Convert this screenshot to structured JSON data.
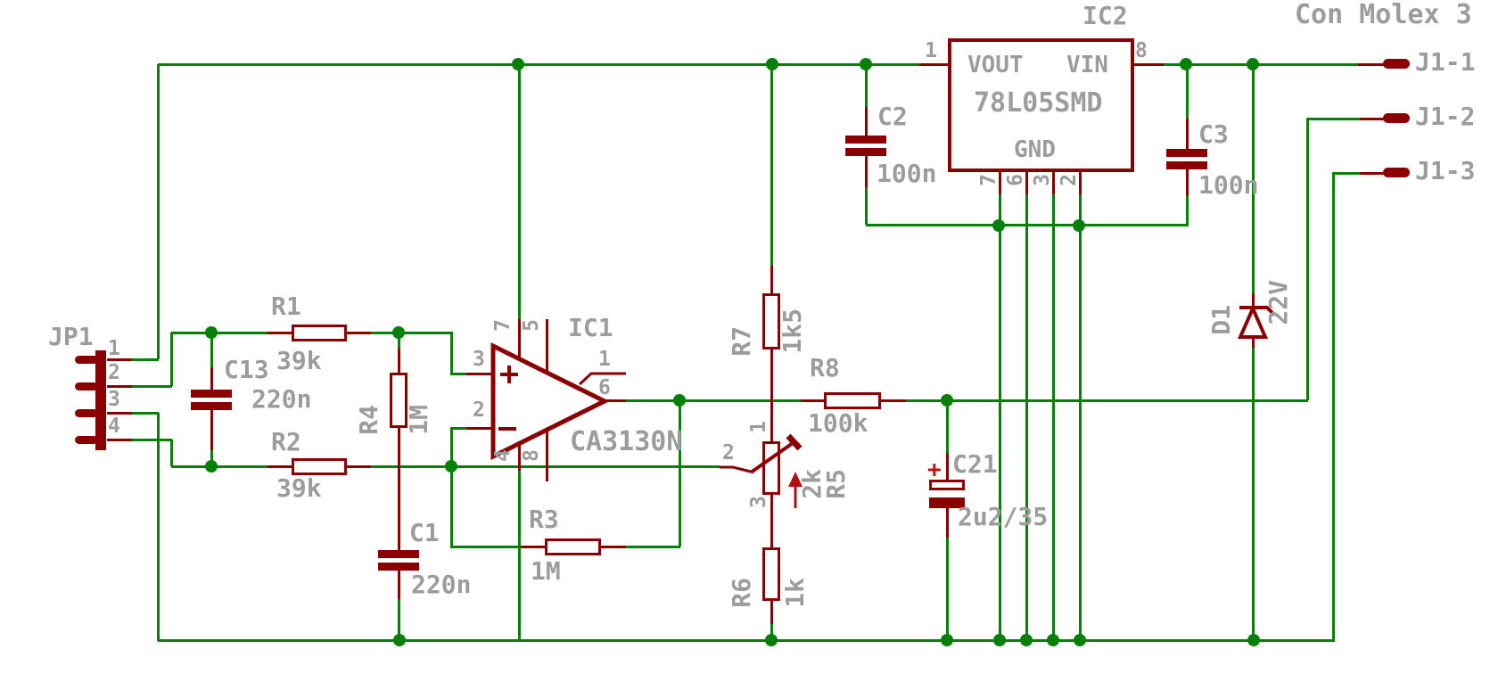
{
  "schematic": {
    "title": "Con Molex 3",
    "colors": {
      "wire": "#078007",
      "component": "#8B0000",
      "label": "#9c9c9c",
      "plus_mark": "#c01010"
    },
    "jp1": {
      "ref": "JP1",
      "pin1": "1",
      "pin2": "2",
      "pin3": "3",
      "pin4": "4"
    },
    "resistors": {
      "r1": {
        "ref": "R1",
        "value": "39k"
      },
      "r2": {
        "ref": "R2",
        "value": "39k"
      },
      "r3": {
        "ref": "R3",
        "value": "1M"
      },
      "r4": {
        "ref": "R4",
        "value": "1M"
      },
      "r6": {
        "ref": "R6",
        "value": "1k"
      },
      "r7": {
        "ref": "R7",
        "value": "1k5"
      },
      "r8": {
        "ref": "R8",
        "value": "100k"
      }
    },
    "trimmer": {
      "ref": "R5",
      "value": "2k",
      "pin1": "1",
      "pin2": "2",
      "pin3": "3"
    },
    "capacitors": {
      "c1": {
        "ref": "C1",
        "value": "220n"
      },
      "c2": {
        "ref": "C2",
        "value": "100n"
      },
      "c3": {
        "ref": "C3",
        "value": "100n"
      },
      "c13": {
        "ref": "C13",
        "value": "220n"
      },
      "c21": {
        "ref": "C21",
        "value": "2u2/35",
        "polarity": "+"
      }
    },
    "diode": {
      "ref": "D1",
      "value": "22V"
    },
    "ic1": {
      "ref": "IC1",
      "part": "CA3130N",
      "pin_in_plus": "3",
      "pin_in_minus": "2",
      "pin_out": "6",
      "pin_1": "1",
      "pin_v_plus": "7",
      "pin_offset": "5",
      "pin_v_minus": "4",
      "pin_comp": "8",
      "plus_mark": "+",
      "minus_mark": "−"
    },
    "ic2": {
      "ref": "IC2",
      "part": "78L05SMD",
      "label_vout": "VOUT",
      "label_vin": "VIN",
      "label_gnd": "GND",
      "pin_1": "1",
      "pin_8": "8",
      "pin_b1": "7",
      "pin_b2": "6",
      "pin_b3": "3",
      "pin_b4": "2"
    },
    "connector": {
      "j1_1": "J1-1",
      "j1_2": "J1-2",
      "j1_3": "J1-3"
    }
  }
}
